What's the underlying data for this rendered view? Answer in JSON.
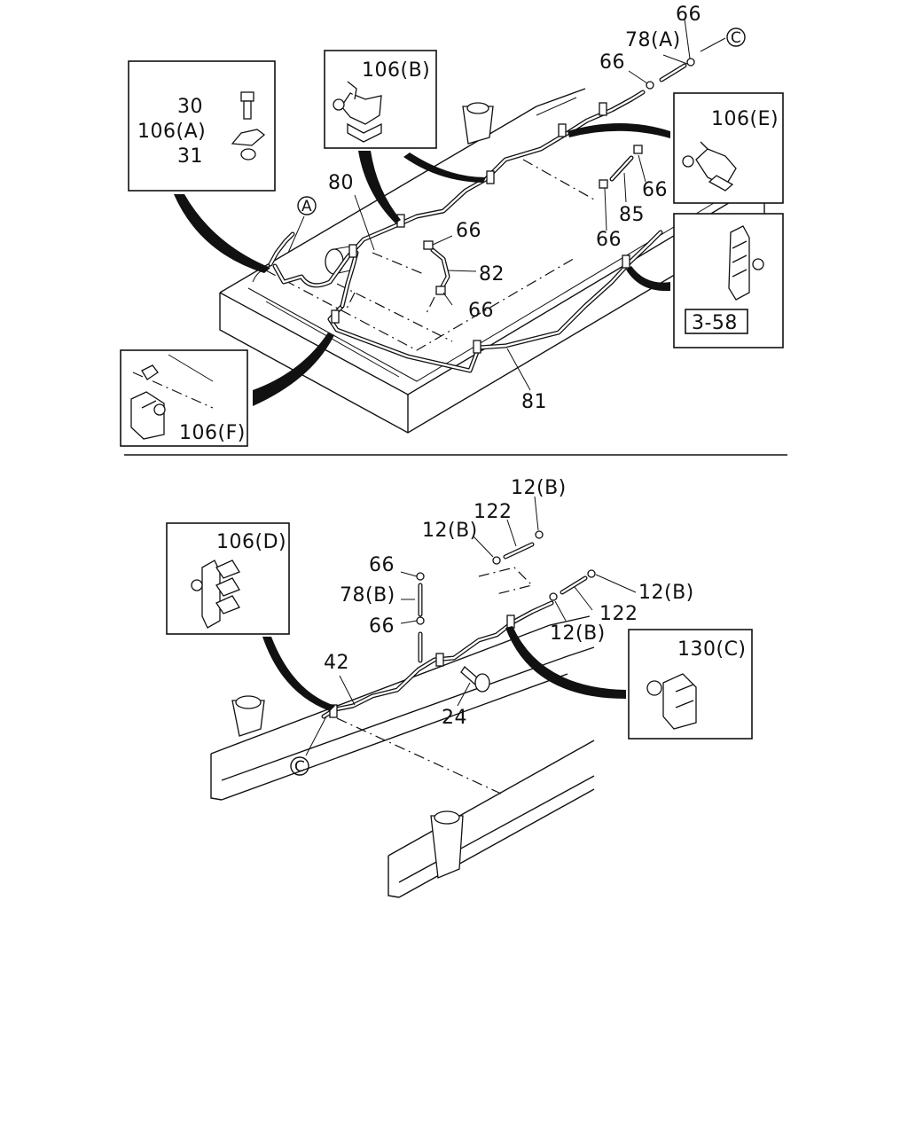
{
  "diagram": {
    "upper": {
      "labels": {
        "p30": "30",
        "p106a": "106(A)",
        "p31": "31",
        "p106b": "106(B)",
        "p66_top": "66",
        "p78a": "78(A)",
        "p66_left": "66",
        "ref_c_top": "C",
        "p106e": "106(E)",
        "p80": "80",
        "ref_a": "A",
        "p66_mid": "66",
        "p82": "82",
        "p66_low": "66",
        "p85": "85",
        "p66_r1": "66",
        "p66_r2": "66",
        "ref_358": "3-58",
        "p81": "81",
        "p106f": "106(F)"
      }
    },
    "lower": {
      "labels": {
        "p106d": "106(D)",
        "p12b_top": "12(B)",
        "p122_top": "122",
        "p12b_left": "12(B)",
        "p66_a": "66",
        "p78b": "78(B)",
        "p66_b": "66",
        "p12b_right": "12(B)",
        "p122_right": "122",
        "p12b_low": "12(B)",
        "p130c": "130(C)",
        "p42": "42",
        "p24": "24",
        "ref_c_low": "C"
      }
    }
  }
}
